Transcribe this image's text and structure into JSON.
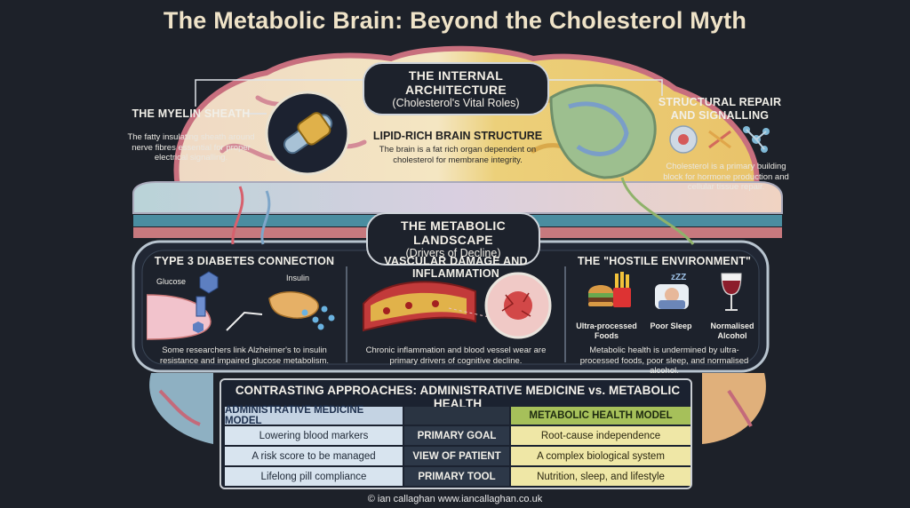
{
  "title": "The Metabolic Brain: Beyond the Cholesterol Myth",
  "internal": {
    "heading": "THE INTERNAL ARCHITECTURE",
    "subheading": "(Cholesterol's Vital Roles)",
    "myelin": {
      "title": "THE MYELIN SHEATH",
      "desc": "The fatty insulating sheath around nerve fibres essential for proper electrical signalling."
    },
    "lipid": {
      "title": "LIPID-RICH BRAIN STRUCTURE",
      "desc": "The brain is a fat rich organ dependent on cholesterol for membrane integrity."
    },
    "repair": {
      "title": "STRUCTURAL REPAIR AND SIGNALLING",
      "desc": "Cholesterol is a primary building block for hormone production and cellular tissue repair."
    }
  },
  "landscape": {
    "heading": "THE METABOLIC LANDSCAPE",
    "subheading": "(Drivers of Decline)",
    "diabetes": {
      "title": "TYPE 3 DIABETES CONNECTION",
      "glucose_label": "Glucose",
      "insulin_label": "Insulin",
      "desc": "Some researchers link Alzheimer's to insulin resistance and impaired glucose metabolism."
    },
    "vascular": {
      "title": "VASCULAR DAMAGE AND INFLAMMATION",
      "desc": "Chronic inflammation and blood vessel wear are primary drivers of cognitive decline."
    },
    "hostile": {
      "title": "THE \"HOSTILE ENVIRONMENT\"",
      "items": [
        "Ultra-processed Foods",
        "Poor Sleep",
        "Normalised Alcohol"
      ],
      "desc": "Metabolic health is undermined by ultra-processed foods, poor sleep, and normalised alcohol."
    }
  },
  "comparison": {
    "title": "CONTRASTING APPROACHES: ADMINISTRATIVE MEDICINE vs. METABOLIC HEALTH",
    "left_header": "ADMINISTRATIVE MEDICINE MODEL",
    "right_header": "METABOLIC HEALTH MODEL",
    "rows": [
      {
        "left": "Lowering blood markers",
        "mid": "PRIMARY GOAL",
        "right": "Root-cause independence"
      },
      {
        "left": "A risk score to be managed",
        "mid": "VIEW OF PATIENT",
        "right": "A complex biological system"
      },
      {
        "left": "Lifelong pill compliance",
        "mid": "PRIMARY TOOL",
        "right": "Nutrition, sleep, and lifestyle"
      }
    ]
  },
  "credit": "© ian callaghan  www.iancallaghan.co.uk",
  "icons": [
    "nerve-fibre-icon",
    "cell-icon",
    "dna-icon",
    "molecule-icon",
    "pancreas-icon",
    "blood-vessel-icon",
    "burger-fries-icon",
    "sleeping-person-icon",
    "wine-glass-icon"
  ],
  "colors": {
    "background": "#1d2129",
    "brain_cream": "#f2e3b8",
    "brain_yellow": "#e8c566",
    "brain_pink": "#d98c9c",
    "admin_blue": "#c4d3e3",
    "metabolic_green": "#a6c05a",
    "metabolic_cream": "#efe7a6"
  }
}
